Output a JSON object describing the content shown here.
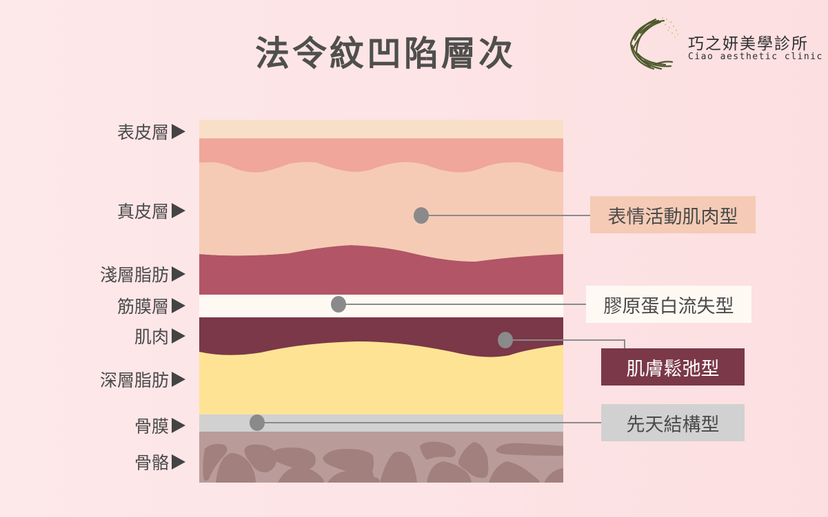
{
  "header": {
    "title": "法令紋凹陷層次"
  },
  "logo": {
    "icon": "willow-c-logo-icon",
    "name_zh": "巧之妍美學診所",
    "name_en": "Ciao aesthetic clinic"
  },
  "layers": [
    {
      "label": "表皮層",
      "color": "#f8dfc8"
    },
    {
      "label": "真皮層",
      "color": "#f5cbb5",
      "top_band_color": "#f0a69a"
    },
    {
      "label": "淺層脂肪",
      "color": "#b25566"
    },
    {
      "label": "筋膜層",
      "color": "#fff9f3"
    },
    {
      "label": "肌肉",
      "color": "#7a3848"
    },
    {
      "label": "深層脂肪",
      "color": "#ffe395"
    },
    {
      "label": "骨膜",
      "color": "#d1d1d1"
    },
    {
      "label": "骨骼",
      "color": "#b99c99",
      "pattern_color": "#a2807d"
    }
  ],
  "callouts": [
    {
      "label": "表情活動肌肉型",
      "bg": "#f5cbb5",
      "fg": "#4a4a4a"
    },
    {
      "label": "膠原蛋白流失型",
      "bg": "#fff9f3",
      "fg": "#4a4a4a"
    },
    {
      "label": "肌膚鬆弛型",
      "bg": "#7a3848",
      "fg": "#ffffff"
    },
    {
      "label": "先天結構型",
      "bg": "#d1d1d1",
      "fg": "#4a4a4a"
    }
  ],
  "colors": {
    "background": "#fde3e5",
    "marker": "#8a8a8a",
    "title": "#4f4f4d"
  }
}
